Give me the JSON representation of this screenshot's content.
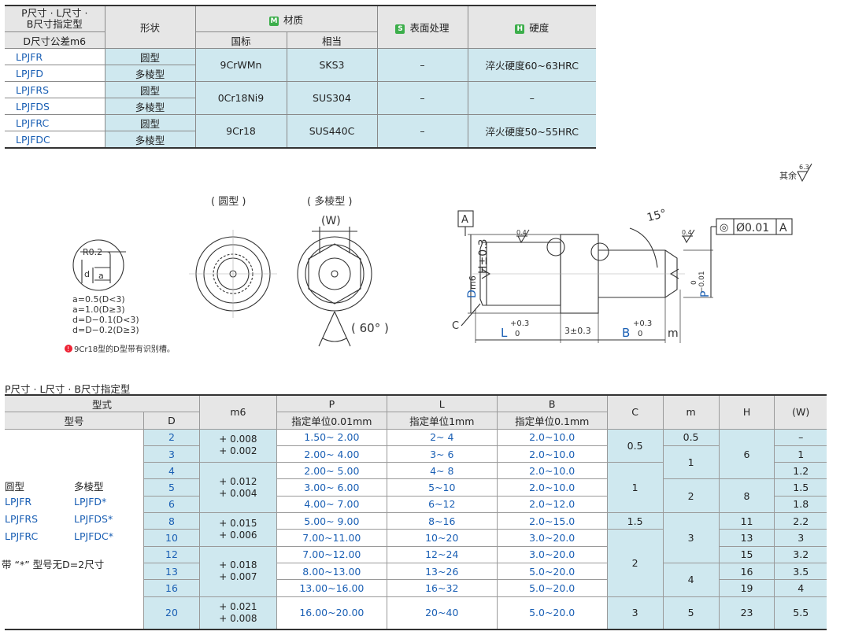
{
  "top_table": {
    "header": {
      "psl": "P尺寸 · L尺寸 ·",
      "psl2": "B尺寸指定型",
      "tol_label": "D尺寸公差m6",
      "shape": "形状",
      "material": "材质",
      "material_tag": "M",
      "gb": "国标",
      "equiv": "相当",
      "surface": "表面处理",
      "surface_tag": "S",
      "hardness": "硬度",
      "hardness_tag": "H"
    },
    "rows": [
      {
        "code1": "LPJFR",
        "shape1": "圆型",
        "code2": "LPJFD",
        "shape2": "多棱型",
        "gb": "9CrWMn",
        "equiv": "SKS3",
        "surface": "–",
        "hardness": "淬火硬度60~63HRC"
      },
      {
        "code1": "LPJFRS",
        "shape1": "圆型",
        "code2": "LPJFDS",
        "shape2": "多棱型",
        "gb": "0Cr18Ni9",
        "equiv": "SUS304",
        "surface": "–",
        "hardness": "–"
      },
      {
        "code1": "LPJFRC",
        "shape1": "圆型",
        "code2": "LPJFDC",
        "shape2": "多棱型",
        "gb": "9Cr18",
        "equiv": "SUS440C",
        "surface": "–",
        "hardness": "淬火硬度50~55HRC"
      }
    ]
  },
  "drawing": {
    "other_finish": "其余",
    "finish_value": "6.3",
    "round_label": "( 圆型 )",
    "poly_label": "( 多棱型 )",
    "w_label": "(W)",
    "angle_label": "( 60°   )",
    "detail": {
      "r": "R0.2",
      "d": "d",
      "a": "a"
    },
    "notes": [
      "a=0.5(D<3)",
      "a=1.0(D≥3)",
      "d=D−0.1(D<3)",
      "d=D−0.2(D≥3)"
    ],
    "warning_text": "9Cr18型的D型带有识别槽。",
    "datum": "A",
    "tol_frame": {
      "symbol": "◎",
      "value": "Ø0.01",
      "datum": "A"
    },
    "angle15": "15°",
    "finish04": "0.4",
    "h_label": "H±0.3",
    "d_label": "D",
    "d_sub": "m6",
    "p_label": "P",
    "p_tol_top": "0",
    "p_tol_bot": "−0.01",
    "c_label": "C",
    "l_label": "L",
    "l_tol_top": "+0.3",
    "l_tol_bot": "0",
    "mid_label": "3±0.3",
    "b_label": "B",
    "b_tol_top": "+0.3",
    "b_tol_bot": "0",
    "m_label": "m"
  },
  "bottom_table": {
    "subtitle": "P尺寸 · L尺寸 · B尺寸指定型",
    "header": {
      "form": "型式",
      "model": "型号",
      "D": "D",
      "m6": "m6",
      "P": "P",
      "P_unit": "指定单位0.01mm",
      "L": "L",
      "L_unit": "指定单位1mm",
      "B": "B",
      "B_unit": "指定单位0.1mm",
      "C": "C",
      "m": "m",
      "H": "H",
      "W": "(W)"
    },
    "left": {
      "round_head": "圆型",
      "poly_head": "多棱型",
      "round_codes": [
        "LPJFR",
        "LPJFRS",
        "LPJFRC"
      ],
      "poly_codes": [
        "LPJFD*",
        "LPJFDS*",
        "LPJFDC*"
      ],
      "note": "带 “*” 型号无D=2尺寸"
    },
    "D": [
      "2",
      "3",
      "4",
      "5",
      "6",
      "8",
      "10",
      "12",
      "13",
      "16",
      "20"
    ],
    "m6": [
      {
        "top": "+ 0.008",
        "bot": "+ 0.002"
      },
      {
        "top": "+ 0.012",
        "bot": "+ 0.004"
      },
      {
        "top": "+ 0.015",
        "bot": "+ 0.006"
      },
      {
        "top": "+ 0.018",
        "bot": "+ 0.007"
      },
      {
        "top": "+ 0.021",
        "bot": "+ 0.008"
      }
    ],
    "P": [
      "1.50~ 2.00",
      "2.00~ 4.00",
      "2.00~ 5.00",
      "3.00~ 6.00",
      "4.00~ 7.00",
      "5.00~ 9.00",
      "7.00~11.00",
      "7.00~12.00",
      "8.00~13.00",
      "13.00~16.00",
      "16.00~20.00"
    ],
    "L": [
      "2~ 4",
      "3~ 6",
      "4~ 8",
      "5~10",
      "6~12",
      "8~16",
      "10~20",
      "12~24",
      "13~26",
      "16~32",
      "20~40"
    ],
    "B": [
      "2.0~10.0",
      "2.0~10.0",
      "2.0~10.0",
      "2.0~10.0",
      "2.0~12.0",
      "2.0~15.0",
      "3.0~20.0",
      "3.0~20.0",
      "5.0~20.0",
      "5.0~20.0",
      "5.0~20.0"
    ],
    "C": [
      "0.5",
      "1",
      "1.5",
      "2",
      "3"
    ],
    "m": [
      "0.5",
      "1",
      "2",
      "3",
      "4",
      "5"
    ],
    "H": [
      "6",
      "8",
      "11",
      "13",
      "15",
      "16",
      "19",
      "23"
    ],
    "W": [
      "–",
      "1",
      "1.2",
      "1.5",
      "1.8",
      "2.2",
      "3",
      "3.2",
      "3.5",
      "4",
      "5.5"
    ]
  }
}
